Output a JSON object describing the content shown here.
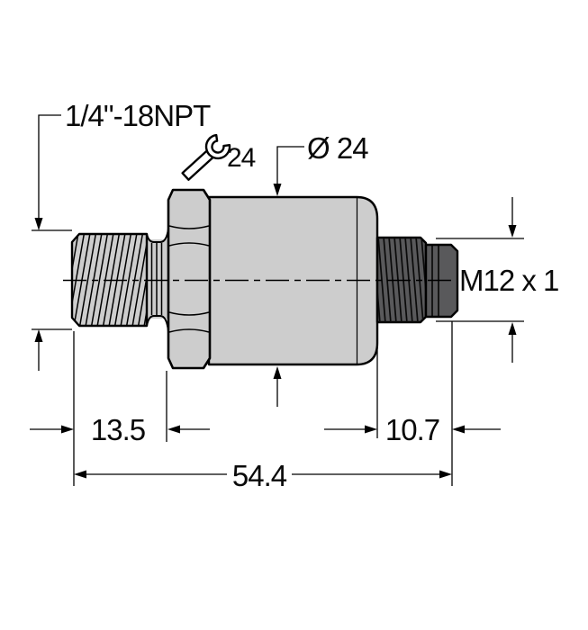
{
  "drawing": {
    "kind": "technical-dimension-drawing"
  },
  "labels": {
    "process_thread": "1/4\"-18NPT",
    "wrench_size": "24",
    "body_diameter": "Ø 24",
    "connector_thread": "M12 x 1"
  },
  "dimensions": {
    "npt_section_length": "13.5",
    "connector_section_length": "10.7",
    "overall_length": "54.4"
  },
  "colors": {
    "background": "#ffffff",
    "line": "#000000",
    "metal_light": "#cdcdcd",
    "metal_dark": "#59595b"
  }
}
